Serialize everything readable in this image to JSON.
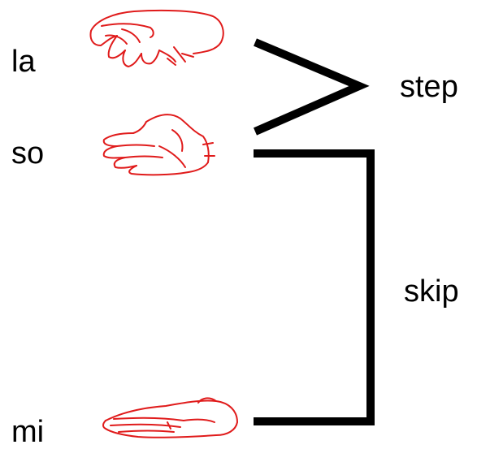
{
  "labels": {
    "la": "la",
    "so": "so",
    "mi": "mi",
    "step": "step",
    "skip": "skip"
  },
  "icons": {
    "la": "hand-sign-la-icon",
    "so": "hand-sign-so-icon",
    "mi": "hand-sign-mi-icon"
  },
  "colors": {
    "hand": "#e01b1b",
    "bracket": "#000000",
    "text": "#000000"
  }
}
